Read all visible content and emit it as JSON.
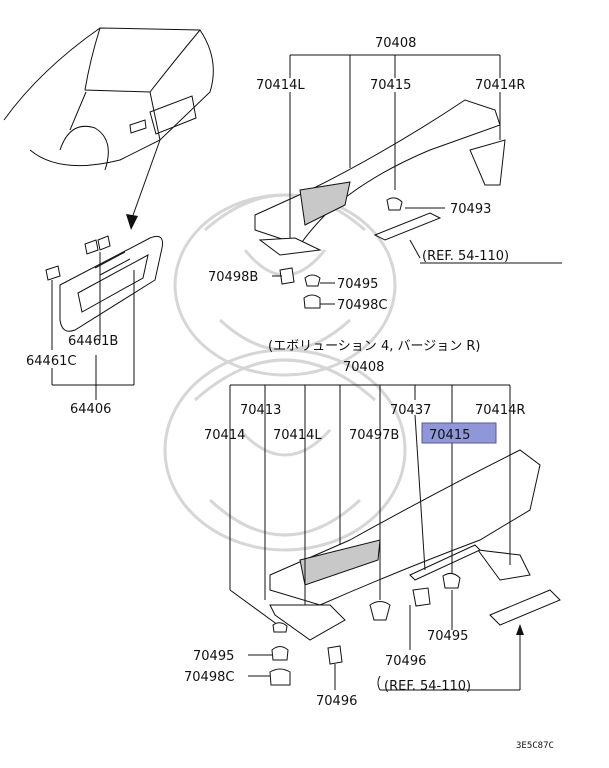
{
  "labels": {
    "top_assy": "70408",
    "top_l": "70414L",
    "top_c": "70415",
    "top_r": "70414R",
    "top_clip": "70493",
    "top_ref": "(REF. 54-110)",
    "top_b": "70498B",
    "top_95": "70495",
    "top_c2": "70498C",
    "car_b": "64461B",
    "car_c": "64461C",
    "car_assy": "64406",
    "section_title": "(エボリューション 4, バージョン R)",
    "bot_assy": "70408",
    "bot_13": "70413",
    "bot_37": "70437",
    "bot_r": "70414R",
    "bot_14": "70414",
    "bot_l": "70414L",
    "bot_97b": "70497B",
    "bot_15": "70415",
    "bot_95a": "70495",
    "bot_c": "70498C",
    "bot_96a": "70496",
    "bot_95b": "70495",
    "bot_96b": "70496",
    "bot_ref": "(REF. 54-110)",
    "code": "3E5C87C"
  },
  "highlight_color": "#8f97d8"
}
